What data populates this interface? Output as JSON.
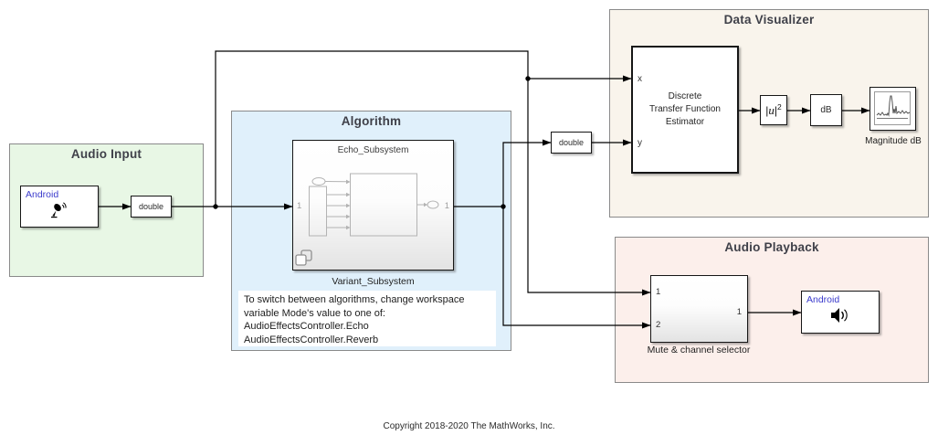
{
  "areas": {
    "audio_input": {
      "title": "Audio Input"
    },
    "algorithm": {
      "title": "Algorithm"
    },
    "data_visualizer": {
      "title": "Data Visualizer"
    },
    "audio_playback": {
      "title": "Audio Playback"
    }
  },
  "blocks": {
    "android_mic": {
      "label": "Android"
    },
    "double_input": {
      "label": "double"
    },
    "echo_subsystem": {
      "title": "Echo_Subsystem",
      "caption": "Variant_Subsystem",
      "port_in": "1",
      "port_out": "1"
    },
    "double_visualizer": {
      "label": "double"
    },
    "dtf_estimator": {
      "line1": "Discrete",
      "line2": "Transfer Function",
      "line3": "Estimator",
      "port_x": "x",
      "port_y": "y"
    },
    "magnitude_squared": {
      "open": "|",
      "u": "u",
      "close": "|",
      "exp": "2"
    },
    "db_conversion": {
      "label": "dB"
    },
    "spectrum_scope": {
      "caption": "Magnitude dB"
    },
    "mute_selector": {
      "caption": "Mute & channel selector",
      "port_in1": "1",
      "port_in2": "2",
      "port_out": "1"
    },
    "android_speaker": {
      "label": "Android"
    }
  },
  "annotation": {
    "lines": [
      "To switch between algorithms, change workspace",
      "variable Mode's value to one of:",
      "AudioEffectsController.Echo",
      "AudioEffectsController.Reverb"
    ]
  },
  "footer": {
    "copyright": "Copyright 2018-2020 The MathWorks, Inc."
  },
  "colors": {
    "audio_input_bg": "#e8f7e5",
    "algorithm_bg": "#e0f0fb",
    "data_visualizer_bg": "#f9f4ec",
    "audio_playback_bg": "#fcefeb",
    "area_border": "#8a8a8a",
    "android_blue": "#3b3bcc",
    "wire": "#000000"
  }
}
